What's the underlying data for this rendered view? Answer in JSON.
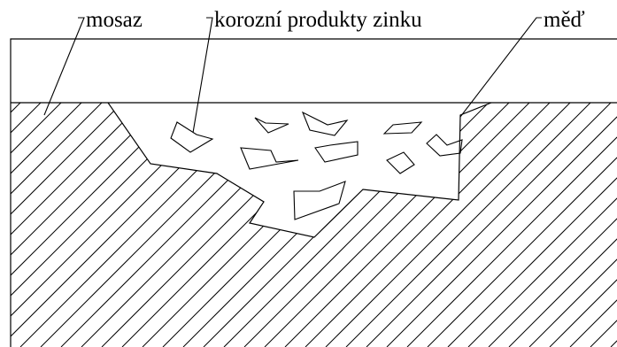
{
  "labels": {
    "brass": "mosaz",
    "corrosion": "korozní produkty zinku",
    "copper": "měď"
  },
  "colors": {
    "line": "#000000",
    "background": "#ffffff"
  }
}
